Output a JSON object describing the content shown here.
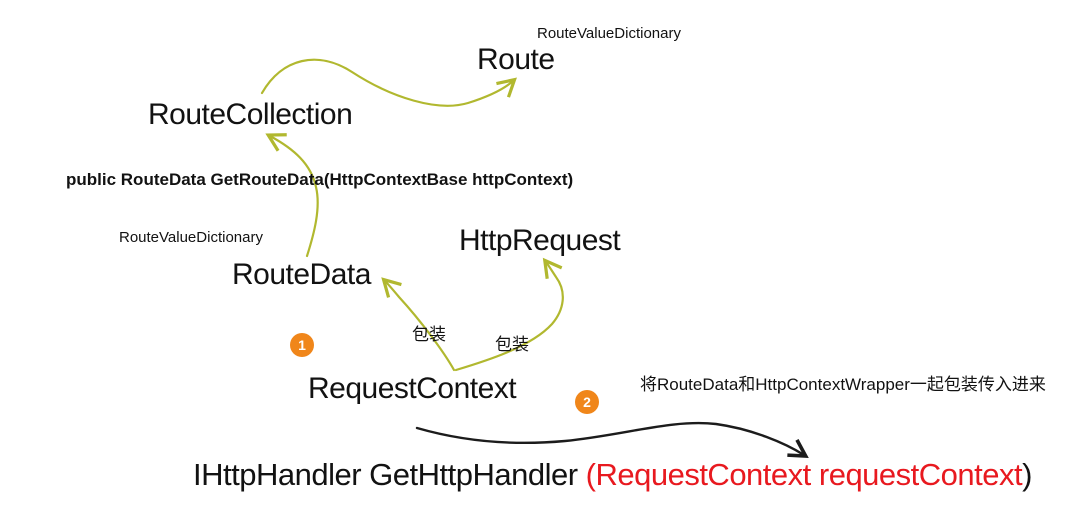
{
  "diagram": {
    "labels": {
      "route_value_dictionary_top": "RouteValueDictionary",
      "route": "Route",
      "route_collection": "RouteCollection",
      "get_route_data_signature": "public RouteData GetRouteData(HttpContextBase httpContext)",
      "route_value_dictionary_mid": "RouteValueDictionary",
      "route_data": "RouteData",
      "http_request": "HttpRequest",
      "wrap_label_left": "包装",
      "wrap_label_right": "包装",
      "request_context": "RequestContext",
      "step_1": "1",
      "step_2": "2",
      "wrap_annotation": "将RouteData和HttpContextWrapper一起包装传入进来",
      "get_http_handler_prefix": "IHttpHandler GetHttpHandler ",
      "get_http_handler_highlight": "(RequestContext requestContext",
      "get_http_handler_suffix": ")"
    },
    "arrows": [
      {
        "name": "routecollection-to-route",
        "from": "RouteCollection",
        "to": "Route",
        "color": "olive"
      },
      {
        "name": "routedata-to-routecollection",
        "from": "RouteData",
        "to": "RouteCollection",
        "color": "olive"
      },
      {
        "name": "requestcontext-to-routedata",
        "from": "RequestContext",
        "to": "RouteData",
        "color": "olive",
        "annotation": "包装"
      },
      {
        "name": "requestcontext-to-httprequest",
        "from": "RequestContext",
        "to": "HttpRequest",
        "color": "olive",
        "annotation": "包装"
      },
      {
        "name": "requestcontext-to-gethttphandler",
        "from": "RequestContext",
        "to": "IHttpHandler GetHttpHandler",
        "color": "black"
      }
    ],
    "colors": {
      "arrow_olive": "#b1b82f",
      "arrow_black": "#1c1c1c",
      "badge_orange": "#f0861a",
      "highlight_red": "#e8191f",
      "text_black": "#121212",
      "background": "#ffffff"
    }
  }
}
